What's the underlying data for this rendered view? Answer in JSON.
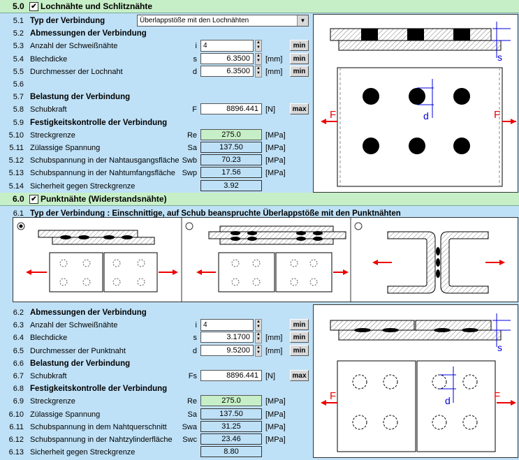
{
  "sec5": {
    "num": "5.0",
    "checkbox": "✔",
    "title": "Lochnähte und Schlitznähte",
    "rows": [
      {
        "n": "5.1",
        "label": "Typ der Verbindung"
      },
      {
        "n": "5.2",
        "label": "Abmessungen der Verbindung"
      },
      {
        "n": "5.3",
        "label": "Anzahl der Schweißnähte",
        "sym": "i",
        "value": "4"
      },
      {
        "n": "5.4",
        "label": "Blechdicke",
        "sym": "s",
        "value": "6.3500",
        "unit": "[mm]",
        "btn": "min"
      },
      {
        "n": "5.5",
        "label": "Durchmesser der Lochnaht",
        "sym": "d",
        "value": "6.3500",
        "unit": "[mm]",
        "btn": "min"
      },
      {
        "n": "5.6",
        "label": ""
      },
      {
        "n": "5.7",
        "label": "Belastung der Verbindung"
      },
      {
        "n": "5.8",
        "label": "Schubkraft",
        "sym": "F",
        "value": "8896.441",
        "unit": "[N]",
        "btn": "max"
      },
      {
        "n": "5.9",
        "label": "Festigkeitskontrolle der Verbindung"
      },
      {
        "n": "5.10",
        "label": "Streckgrenze",
        "sym": "Re",
        "value": "275.0",
        "unit": "[MPa]"
      },
      {
        "n": "5.11",
        "label": "Zülassige Spannung",
        "sym": "Sa",
        "value": "137.50",
        "unit": "[MPa]"
      },
      {
        "n": "5.12",
        "label": "Schubspannung in der Nahtausgangsfläche",
        "sym": "Swb",
        "value": "70.23",
        "unit": "[MPa]"
      },
      {
        "n": "5.13",
        "label": "Schubspannung in der Nahtumfangsfläche",
        "sym": "Swp",
        "value": "17.56",
        "unit": "[MPa]"
      },
      {
        "n": "5.14",
        "label": "Sicherheit gegen Streckgrenze",
        "sym": "",
        "value": "3.92"
      }
    ],
    "combo_value": "Überlappstöße mit den Lochnähten",
    "btn_min_i": "min"
  },
  "sec6": {
    "num": "6.0",
    "checkbox": "✔",
    "title": "Punktnähte (Widerstandsnähte)",
    "type_n": "6.1",
    "type_label": "Typ der Verbindung : Einschnittige, auf Schub beanspruchte Überlappstöße mit den Punktnähten",
    "rows": [
      {
        "n": "6.2",
        "label": "Abmessungen der Verbindung"
      },
      {
        "n": "6.3",
        "label": "Anzahl der Schweißnähte",
        "sym": "i",
        "value": "4",
        "btn": "min"
      },
      {
        "n": "6.4",
        "label": "Blechdicke",
        "sym": "s",
        "value": "3.1700",
        "unit": "[mm]",
        "btn": "min"
      },
      {
        "n": "6.5",
        "label": "Durchmesser der Punktnaht",
        "sym": "d",
        "value": "9.5200",
        "unit": "[mm]",
        "btn": "min"
      },
      {
        "n": "6.6",
        "label": "Belastung der Verbindung"
      },
      {
        "n": "6.7",
        "label": "Schubkraft",
        "sym": "Fs",
        "value": "8896.441",
        "unit": "[N]",
        "btn": "max"
      },
      {
        "n": "6.8",
        "label": "Festigkeitskontrolle der Verbindung"
      },
      {
        "n": "6.9",
        "label": "Streckgrenze",
        "sym": "Re",
        "value": "275.0",
        "unit": "[MPa]"
      },
      {
        "n": "6.10",
        "label": "Zülassige Spannung",
        "sym": "Sa",
        "value": "137.50",
        "unit": "[MPa]"
      },
      {
        "n": "6.11",
        "label": "Schubspannung in dem Nahtquerschnitt",
        "sym": "Swa",
        "value": "31.25",
        "unit": "[MPa]"
      },
      {
        "n": "6.12",
        "label": "Schubspannung in der Nahtzylinderfläche",
        "sym": "Swc",
        "value": "23.46",
        "unit": "[MPa]"
      },
      {
        "n": "6.13",
        "label": "Sicherheit gegen Streckgrenze",
        "sym": "",
        "value": "8.80"
      }
    ]
  },
  "diagram_labels": {
    "F": "F",
    "d": "d",
    "s": "s"
  },
  "colors": {
    "section_bg": "#c7efc7",
    "page_bg": "#bfe1f7",
    "force_arrow": "#e00000",
    "dim_line": "#0000dd"
  }
}
